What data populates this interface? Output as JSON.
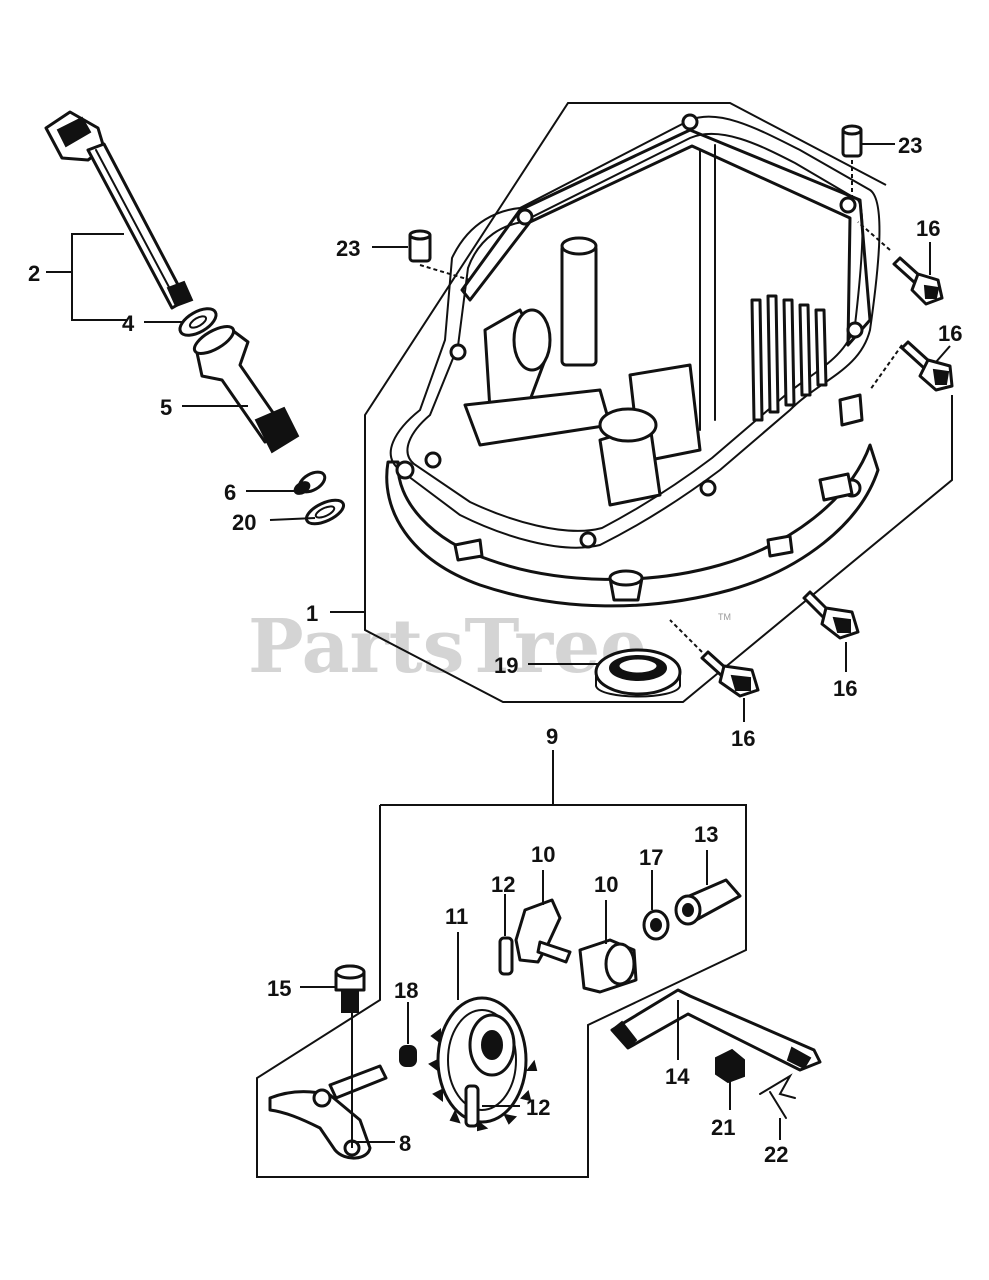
{
  "watermark": {
    "text": "PartsTree",
    "trademark": "TM"
  },
  "callouts": {
    "c1": "1",
    "c2": "2",
    "c4": "4",
    "c5": "5",
    "c6": "6",
    "c20": "20",
    "c23a": "23",
    "c23b": "23",
    "c16a": "16",
    "c16b": "16",
    "c16c": "16",
    "c16d": "16",
    "c19": "19",
    "c9": "9",
    "c10a": "10",
    "c10b": "10",
    "c11": "11",
    "c12a": "12",
    "c12b": "12",
    "c13": "13",
    "c14": "14",
    "c15": "15",
    "c17": "17",
    "c18": "18",
    "c8": "8",
    "c21": "21",
    "c22": "22"
  }
}
